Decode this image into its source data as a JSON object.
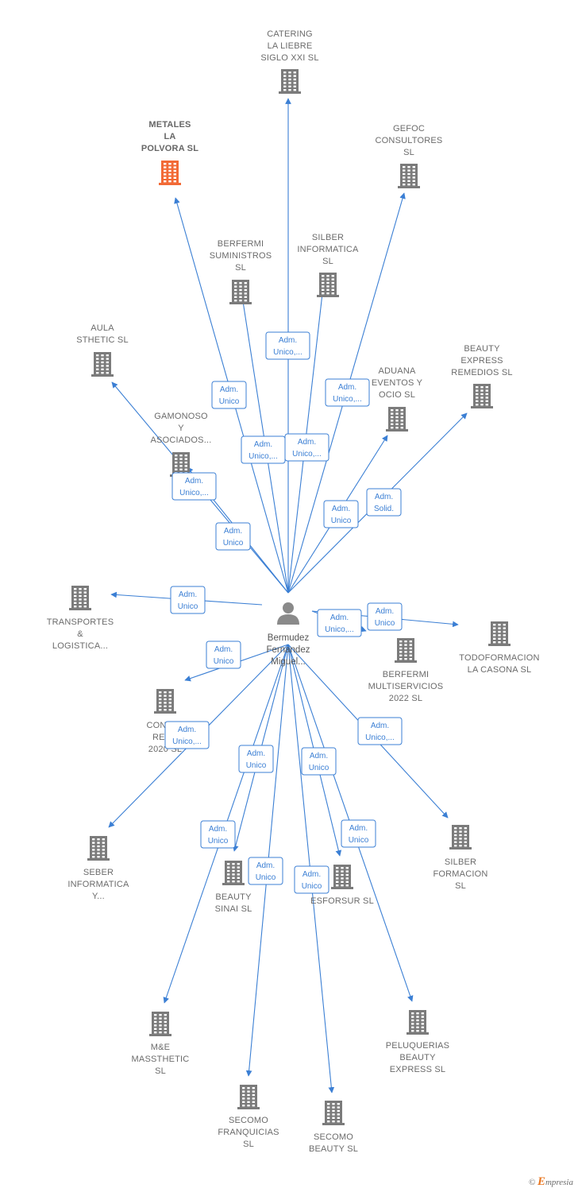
{
  "colors": {
    "edge": "#3b7fd4",
    "building": "#7b7b7b",
    "building_highlight": "#f26a36",
    "person": "#8a8a8a"
  },
  "center": {
    "lines": [
      "Bermudez",
      "Fernandez",
      "Miguel..."
    ],
    "icon": "person-icon"
  },
  "companies": [
    {
      "id": "catering",
      "lines": [
        "CATERING",
        "LA LIEBRE",
        "SIGLO XXI  SL"
      ]
    },
    {
      "id": "metales",
      "lines": [
        "METALES",
        "LA",
        "POLVORA  SL"
      ],
      "highlight": true
    },
    {
      "id": "gefoc",
      "lines": [
        "GEFOC",
        "CONSULTORES",
        "SL"
      ]
    },
    {
      "id": "berfermi-sum",
      "lines": [
        "BERFERMI",
        "SUMINISTROS",
        "SL"
      ]
    },
    {
      "id": "silber-inf",
      "lines": [
        "SILBER",
        "INFORMATICA",
        "SL"
      ]
    },
    {
      "id": "aula",
      "lines": [
        "AULA",
        "STHETIC  SL"
      ]
    },
    {
      "id": "beauty-express",
      "lines": [
        "BEAUTY",
        "EXPRESS",
        "REMEDIOS  SL"
      ]
    },
    {
      "id": "aduana",
      "lines": [
        "ADUANA",
        "EVENTOS Y",
        "OCIO  SL"
      ]
    },
    {
      "id": "gamonoso",
      "lines": [
        "GAMONOSO",
        "Y",
        "ASOCIADOS..."
      ]
    },
    {
      "id": "transportes",
      "lines": [
        "TRANSPORTES",
        "&",
        "LOGISTICA..."
      ]
    },
    {
      "id": "todoformacion",
      "lines": [
        "TODOFORMACION",
        "LA CASONA  SL"
      ]
    },
    {
      "id": "berfermi-mult",
      "lines": [
        "BERFERMI",
        "MULTISERVICIOS",
        "2022  SL"
      ]
    },
    {
      "id": "consul",
      "lines": [
        "CONSUL",
        "REUN",
        "2020  SL"
      ]
    },
    {
      "id": "seber",
      "lines": [
        "SEBER",
        "INFORMATICA",
        "Y..."
      ]
    },
    {
      "id": "silber-form",
      "lines": [
        "SILBER",
        "FORMACION",
        "SL"
      ]
    },
    {
      "id": "beauty-sinai",
      "lines": [
        "BEAUTY",
        "SINAI  SL"
      ]
    },
    {
      "id": "esforsur",
      "lines": [
        "ESFORSUR SL"
      ]
    },
    {
      "id": "me",
      "lines": [
        "M&E",
        "MASSTHETIC",
        "SL"
      ]
    },
    {
      "id": "peluquerias",
      "lines": [
        "PELUQUERIAS",
        "BEAUTY",
        "EXPRESS  SL"
      ]
    },
    {
      "id": "secomo-fran",
      "lines": [
        "SECOMO",
        "FRANQUICIAS",
        "SL"
      ]
    },
    {
      "id": "secomo-beauty",
      "lines": [
        "SECOMO",
        "BEAUTY  SL"
      ]
    }
  ],
  "relations": [
    {
      "to": "catering",
      "lines": [
        "Adm.",
        "Unico,..."
      ]
    },
    {
      "to": "metales",
      "lines": [
        "Adm.",
        "Unico"
      ]
    },
    {
      "to": "gefoc",
      "lines": [
        "Adm.",
        "Unico,..."
      ]
    },
    {
      "to": "berfermi-sum",
      "lines": [
        "Adm.",
        "Unico,..."
      ]
    },
    {
      "to": "silber-inf",
      "lines": [
        "Adm.",
        "Unico,..."
      ]
    },
    {
      "to": "aula",
      "lines": [
        "Adm.",
        "Unico,..."
      ]
    },
    {
      "to": "gamonoso",
      "lines": [
        "Adm.",
        "Unico"
      ]
    },
    {
      "to": "aduana",
      "lines": [
        "Adm.",
        "Unico"
      ]
    },
    {
      "to": "beauty-express",
      "lines": [
        "Adm.",
        "Solid."
      ]
    },
    {
      "to": "transportes",
      "lines": [
        "Adm.",
        "Unico"
      ]
    },
    {
      "to": "todoformacion",
      "lines": [
        "Adm.",
        "Unico"
      ]
    },
    {
      "to": "berfermi-mult",
      "lines": [
        "Adm.",
        "Unico,..."
      ]
    },
    {
      "to": "consul",
      "lines": [
        "Adm.",
        "Unico"
      ]
    },
    {
      "to": "seber",
      "lines": [
        "Adm.",
        "Unico,..."
      ]
    },
    {
      "to": "silber-form",
      "lines": [
        "Adm.",
        "Unico,..."
      ]
    },
    {
      "to": "beauty-sinai",
      "lines": [
        "Adm.",
        "Unico"
      ]
    },
    {
      "to": "me",
      "lines": [
        "Adm.",
        "Unico"
      ]
    },
    {
      "to": "secomo-fran",
      "lines": [
        "Adm.",
        "Unico"
      ]
    },
    {
      "to": "esforsur",
      "lines": [
        "Adm.",
        "Unico"
      ]
    },
    {
      "to": "secomo-beauty",
      "lines": [
        "Adm.",
        "Unico"
      ]
    },
    {
      "to": "peluquerias",
      "lines": [
        "Adm.",
        "Unico"
      ]
    }
  ],
  "footer": {
    "copyright": "©",
    "brand_initial": "E",
    "brand_rest": "mpresia"
  }
}
